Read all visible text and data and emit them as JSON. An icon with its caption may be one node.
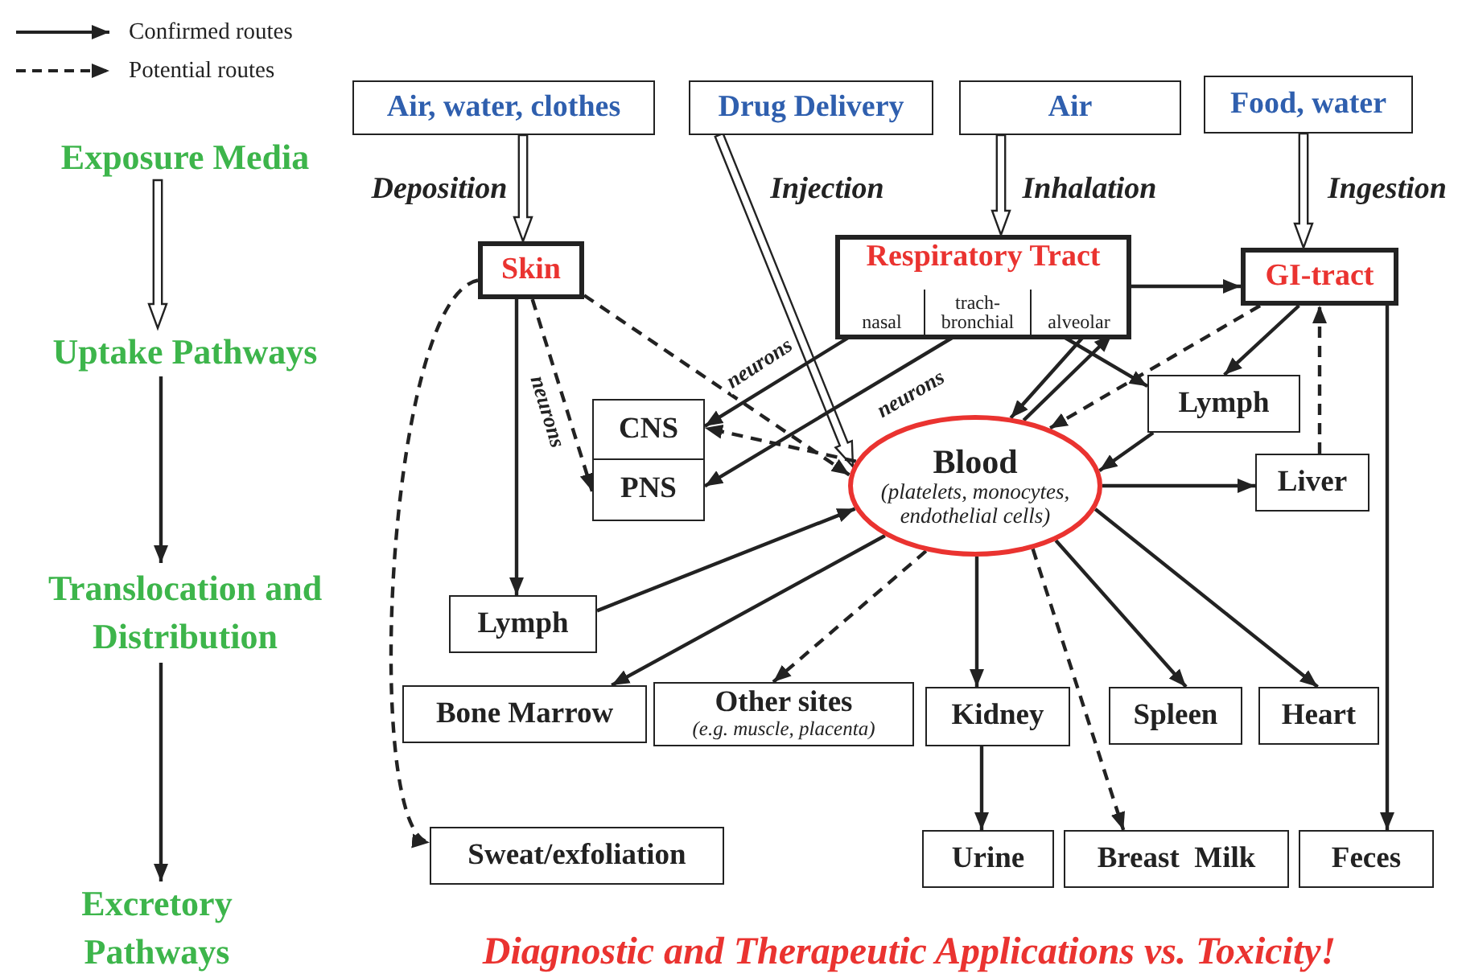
{
  "diagram": {
    "caption": "Diagnostic and Therapeutic Applications vs. Toxicity!",
    "nodes": [
      {
        "text": [
          "Air, water, clothes"
        ]
      },
      {
        "text": [
          "Drug Delivery"
        ]
      },
      {
        "text": [
          "Air"
        ]
      },
      {
        "text": [
          "Food, water"
        ]
      },
      {
        "text": [
          "Skin"
        ]
      },
      {
        "text": [
          "Respiratory Tract"
        ]
      },
      {
        "text": [
          "nasal"
        ],
        "in": 5
      },
      {
        "text": [
          "trach- bronchial"
        ],
        "in": 5
      },
      {
        "text": [
          "alveolar"
        ],
        "in": 5
      },
      {
        "text": [
          "GI-tract"
        ]
      },
      {
        "text": [
          "CNS"
        ]
      },
      {
        "text": [
          "PNS"
        ]
      },
      {
        "text": [
          "Blood",
          "(platelets, monocytes, endothelial cells)"
        ]
      },
      {
        "text": [
          "Lymph"
        ]
      },
      {
        "text": [
          "Liver"
        ]
      },
      {
        "text": [
          "Lymph"
        ]
      },
      {
        "text": [
          "Bone Marrow"
        ]
      },
      {
        "text": [
          "Other sites",
          "(e.g. muscle, placenta)"
        ]
      },
      {
        "text": [
          "Kidney"
        ]
      },
      {
        "text": [
          "Spleen"
        ]
      },
      {
        "text": [
          "Heart"
        ]
      },
      {
        "text": [
          "Sweat/exfoliation"
        ]
      },
      {
        "text": [
          "Urine"
        ]
      },
      {
        "text": [
          "Breast  Milk"
        ]
      },
      {
        "text": [
          "Feces"
        ]
      },
      {
        "text": [
          "Exposure Media"
        ]
      },
      {
        "text": [
          "Uptake Pathways"
        ]
      },
      {
        "text": [
          "Translocation and Distribution"
        ]
      },
      {
        "text": [
          "Excretory Pathways"
        ]
      }
    ],
    "edges": [
      {
        "from": 0,
        "to": 4,
        "arrow": "to",
        "label": "Deposition"
      },
      {
        "from": 1,
        "to": 12,
        "arrow": "to",
        "label": "Injection"
      },
      {
        "from": 2,
        "to": 5,
        "arrow": "to",
        "label": "Inhalation"
      },
      {
        "from": 3,
        "to": 9,
        "arrow": "to",
        "label": "Ingestion"
      },
      {
        "from": 25,
        "to": 26,
        "arrow": "to"
      },
      {
        "from": 26,
        "to": 27,
        "arrow": "to"
      },
      {
        "from": 27,
        "to": 28,
        "arrow": "to"
      },
      {
        "from": 5,
        "to": 9,
        "arrow": "to"
      },
      {
        "from": 4,
        "to": 15,
        "arrow": "to"
      },
      {
        "from": 4,
        "to": 11,
        "arrow": "to",
        "style": "dashed",
        "label": "neurons"
      },
      {
        "from": 4,
        "to": 12,
        "arrow": "to",
        "style": "dashed"
      },
      {
        "from": 4,
        "to": 21,
        "arrow": "to",
        "style": "dashed"
      },
      {
        "from": 6,
        "to": 10,
        "arrow": "to",
        "label": "neurons"
      },
      {
        "from": 7,
        "to": 11,
        "arrow": "to",
        "label": "neurons"
      },
      {
        "from": 8,
        "to": 13,
        "arrow": "to"
      },
      {
        "from": 12,
        "to": 8,
        "arrow": "to"
      },
      {
        "from": 8,
        "to": 12,
        "arrow": "to"
      },
      {
        "from": 9,
        "to": 12,
        "arrow": "to",
        "style": "dashed"
      },
      {
        "from": 9,
        "to": 13,
        "arrow": "to"
      },
      {
        "from": 14,
        "to": 9,
        "arrow": "to",
        "style": "dashed"
      },
      {
        "from": 13,
        "to": 12,
        "arrow": "to"
      },
      {
        "from": 12,
        "to": 14,
        "arrow": "to"
      },
      {
        "from": 12,
        "to": 10,
        "arrow": "to",
        "style": "dashed"
      },
      {
        "from": 15,
        "to": 12,
        "arrow": "to"
      },
      {
        "from": 12,
        "to": 16,
        "arrow": "to"
      },
      {
        "from": 12,
        "to": 17,
        "arrow": "to",
        "style": "dashed"
      },
      {
        "from": 12,
        "to": 18,
        "arrow": "to"
      },
      {
        "from": 12,
        "to": 23,
        "arrow": "to",
        "style": "dashed"
      },
      {
        "from": 12,
        "to": 19,
        "arrow": "to"
      },
      {
        "from": 12,
        "to": 20,
        "arrow": "to"
      },
      {
        "from": 18,
        "to": 22,
        "arrow": "to"
      },
      {
        "from": 9,
        "to": 24,
        "arrow": "to"
      }
    ],
    "legend": [
      {
        "text": "Confirmed routes"
      },
      {
        "text": "Potential routes"
      }
    ]
  }
}
